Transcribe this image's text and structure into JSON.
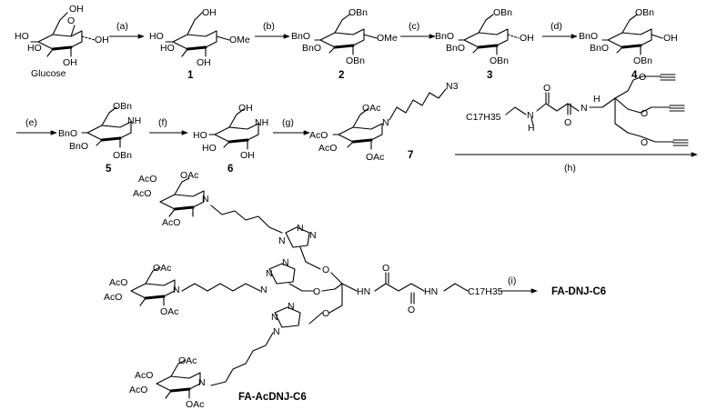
{
  "scheme": {
    "arrows": [
      {
        "label": "(a)"
      },
      {
        "label": "(b)"
      },
      {
        "label": "(c)"
      },
      {
        "label": "(d)"
      },
      {
        "label": "(e)"
      },
      {
        "label": "(f)"
      },
      {
        "label": "(g)"
      },
      {
        "label": "(h)"
      },
      {
        "label": "(i)"
      }
    ],
    "compounds": {
      "glucose": "Glucose",
      "c1": "1",
      "c2": "2",
      "c3": "3",
      "c4": "4",
      "c5": "5",
      "c6": "6",
      "c7": "7",
      "fa_acdnj": "FA-AcDNJ-C6",
      "fa_dnj": "FA-DNJ-C6"
    },
    "groups": {
      "oh": "OH",
      "ho": "HO",
      "ome": "OMe",
      "obn": "OBn",
      "bno": "BnO",
      "oac": "OAc",
      "aco": "AcO",
      "n3": "N3",
      "n": "N",
      "nh": "NH",
      "hn": "HN",
      "o": "O",
      "c17h35": "C17H35",
      "h": "H"
    }
  }
}
